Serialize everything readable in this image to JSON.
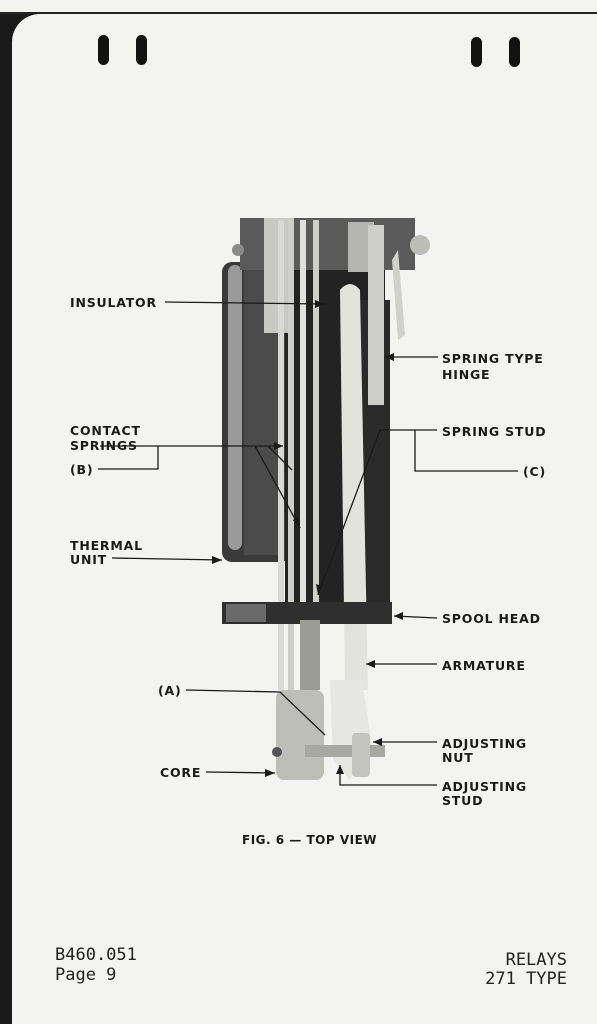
{
  "figure": {
    "caption": "FIG. 6 — TOP VIEW",
    "labels": {
      "insulator": "INSULATOR",
      "spring_type_hinge_1": "SPRING TYPE",
      "spring_type_hinge_2": "HINGE",
      "contact_springs_1": "CONTACT",
      "contact_springs_2": "SPRINGS",
      "contact_springs_b": "(B)",
      "spring_stud": "SPRING STUD",
      "spring_stud_c": "(C)",
      "thermal_unit_1": "THERMAL",
      "thermal_unit_2": "UNIT",
      "spool_head": "SPOOL HEAD",
      "armature": "ARMATURE",
      "a_marker": "(A)",
      "adjusting_nut_1": "ADJUSTING",
      "adjusting_nut_2": "NUT",
      "core": "CORE",
      "adjusting_stud_1": "ADJUSTING",
      "adjusting_stud_2": "STUD"
    }
  },
  "footer": {
    "doc_number": "B460.051",
    "page": "Page 9",
    "section": "RELAYS",
    "type": "271 TYPE"
  }
}
